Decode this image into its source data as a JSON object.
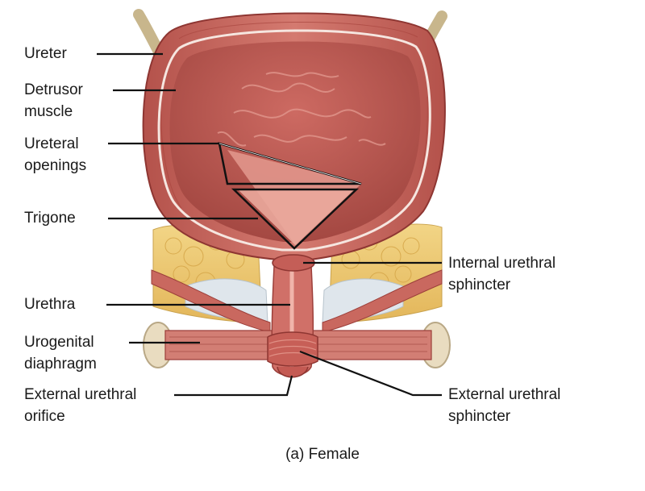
{
  "labels": {
    "ureter": "Ureter",
    "detrusor_l1": "Detrusor",
    "detrusor_l2": "muscle",
    "ureteral_l1": "Ureteral",
    "ureteral_l2": "openings",
    "trigone": "Trigone",
    "urethra": "Urethra",
    "urogenital_l1": "Urogenital",
    "urogenital_l2": "diaphragm",
    "ext_orifice_l1": "External urethral",
    "ext_orifice_l2": "orifice",
    "int_sphincter_l1": "Internal urethral",
    "int_sphincter_l2": "sphincter",
    "ext_sphincter_l1": "External urethral",
    "ext_sphincter_l2": "sphincter"
  },
  "caption": "(a) Female",
  "colors": {
    "bladder_wall": "#c9665e",
    "bladder_wall_dark": "#9c3f3a",
    "bladder_interior": "#b9554f",
    "bladder_rugae": "#d98b82",
    "trigone": "#e8a297",
    "fat": "#ecc670",
    "ureter": "#c8b68c",
    "diaphragm": "#d07a70",
    "fascia": "#d9e0e6",
    "leader": "#111111"
  }
}
